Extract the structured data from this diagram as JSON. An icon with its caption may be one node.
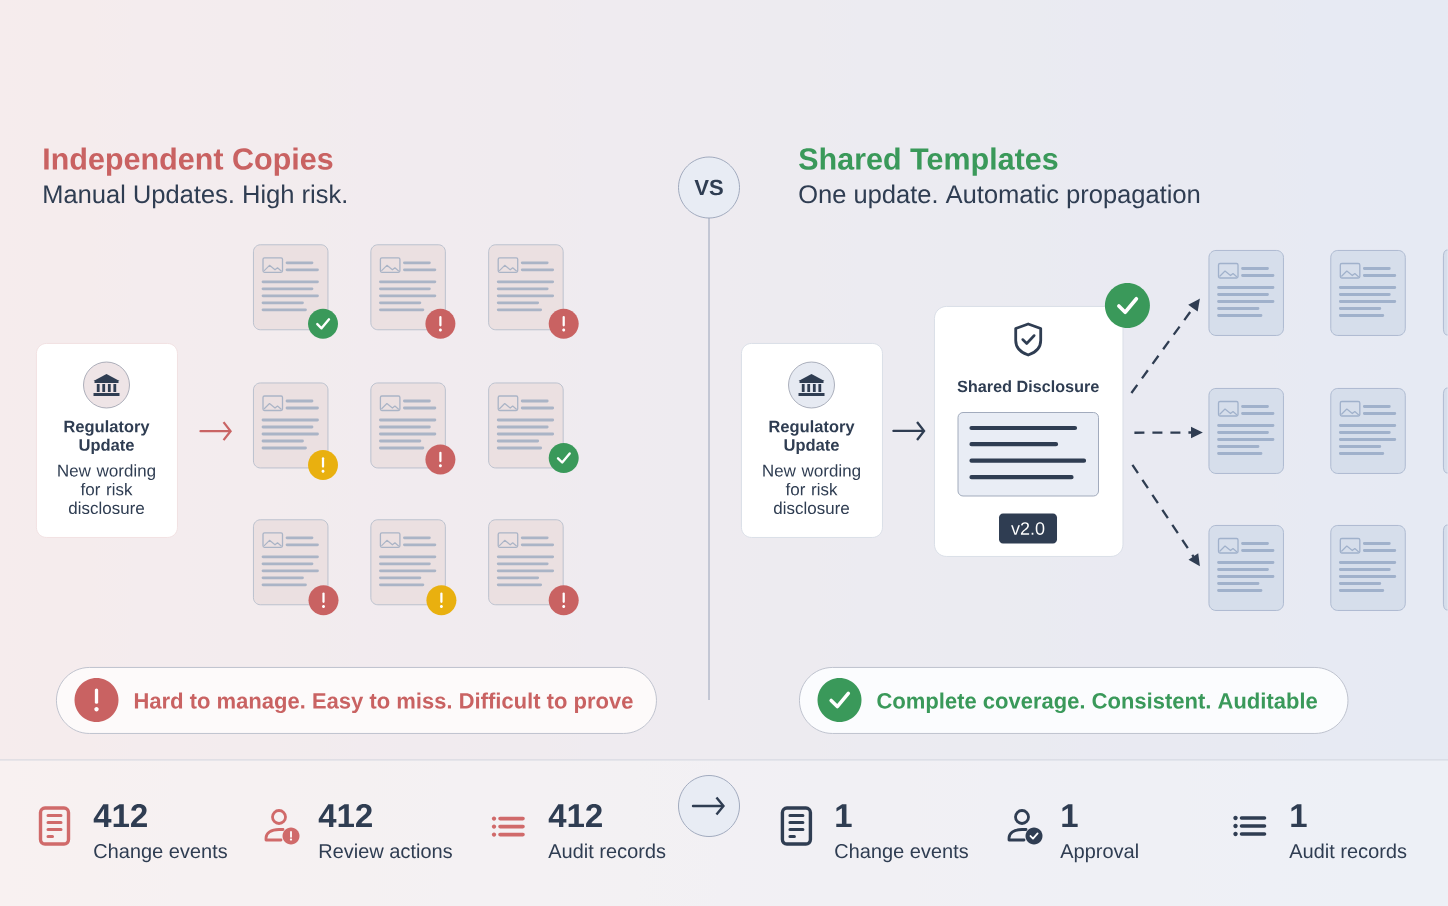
{
  "diagram": {
    "nodes": [
      {
        "text": [
          "VS"
        ]
      },
      {
        "text": [
          "Regulatory Update",
          "New wording for risk disclosure"
        ]
      },
      {
        "text": [],
        "shape": "document"
      },
      {
        "text": [],
        "shape": "document"
      },
      {
        "text": [],
        "shape": "document"
      },
      {
        "text": [],
        "shape": "document"
      },
      {
        "text": [],
        "shape": "document"
      },
      {
        "text": [],
        "shape": "document"
      },
      {
        "text": [],
        "shape": "document"
      },
      {
        "text": [],
        "shape": "document"
      },
      {
        "text": [],
        "shape": "document"
      },
      {
        "text": [
          "Regulatory Update",
          "New wording for risk disclosure"
        ]
      },
      {
        "text": [
          "Shared Disclosure"
        ]
      },
      {
        "text": [
          "v2.0"
        ],
        "in": 12
      },
      {
        "text": [],
        "shape": "document"
      },
      {
        "text": [],
        "shape": "document"
      },
      {
        "text": [],
        "shape": "document"
      },
      {
        "text": [],
        "shape": "document"
      },
      {
        "text": [],
        "shape": "document"
      },
      {
        "text": [],
        "shape": "document"
      },
      {
        "text": [
          "Hard to manage. Easy to miss. Difficult to prove"
        ]
      },
      {
        "text": [
          "Complete coverage. Consistent. Auditable"
        ]
      }
    ],
    "edges": [
      {
        "from": 1,
        "to": 5,
        "arrow": "to",
        "color": "#c96464"
      },
      {
        "from": 11,
        "to": 12,
        "arrow": "to"
      },
      {
        "from": 12,
        "to": 14,
        "arrow": "to",
        "style": "dashed"
      },
      {
        "from": 12,
        "to": 16,
        "arrow": "to",
        "style": "dashed"
      },
      {
        "from": 12,
        "to": 18,
        "arrow": "to",
        "style": "dashed"
      }
    ],
    "labels": [
      "Independent Copies",
      "Manual Updates. High risk.",
      "Shared Templates",
      "One update. Automatic propagation",
      "412",
      "Change events",
      "412",
      "Review actions",
      "412",
      "Audit records",
      "1",
      "Change events",
      "1",
      "Approval",
      "1",
      "Audit records"
    ]
  }
}
